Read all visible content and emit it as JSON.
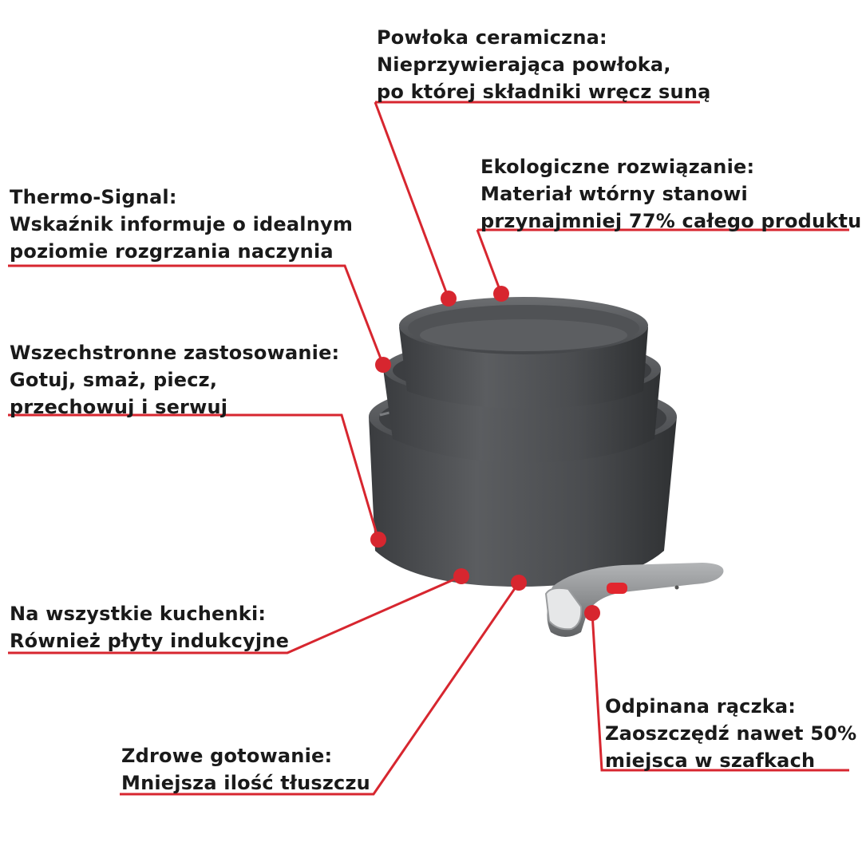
{
  "colors": {
    "leader_line": "#d7262f",
    "text": "#1a1a1a",
    "pan_body": "#4a4c4f",
    "pan_interior": "#5a5c5f",
    "handle": "#8a8c8e",
    "thermo_signal": "#e2262e"
  },
  "callouts": {
    "coating": {
      "title": "Powłoka ceramiczna:",
      "line1": "Nieprzywierająca powłoka,",
      "line2": "po której składniki wręcz suną"
    },
    "eco": {
      "title": "Ekologiczne rozwiązanie:",
      "line1": "Materiał wtórny stanowi",
      "line2": "przynajmniej 77% całego produktu"
    },
    "thermo": {
      "title": "Thermo-Signal:",
      "line1": "Wskaźnik informuje o idealnym",
      "line2": "poziomie rozgrzania naczynia"
    },
    "versatile": {
      "title": "Wszechstronne zastosowanie:",
      "line1": "Gotuj, smaż, piecz,",
      "line2": "przechowuj i serwuj"
    },
    "hobs": {
      "title": "Na wszystkie kuchenki:",
      "line1": "Również płyty indukcyjne"
    },
    "healthy": {
      "title": "Zdrowe gotowanie:",
      "line1": "Mniejsza ilość tłuszczu"
    },
    "handle": {
      "title": "Odpinana rączka:",
      "line1": "Zaoszczędź nawet 50%",
      "line2": "miejsca w szafkach"
    }
  }
}
